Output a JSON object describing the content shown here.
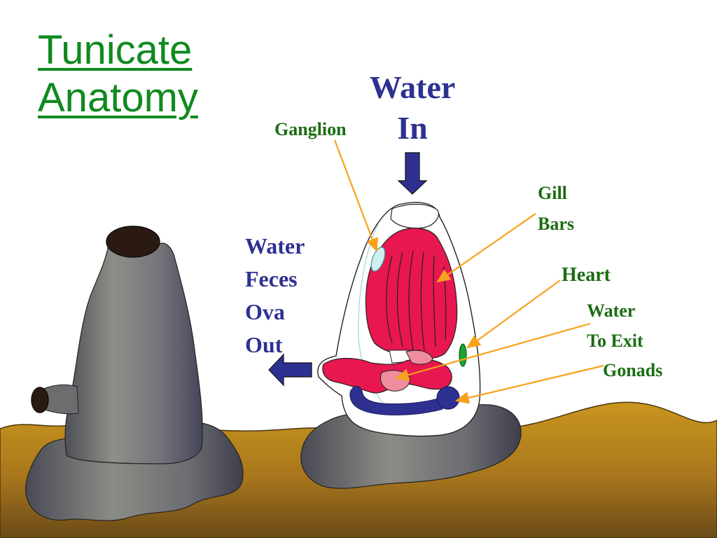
{
  "title": {
    "line1": "Tunicate",
    "line2": "Anatomy"
  },
  "labels": {
    "water_in": {
      "line1": "Water",
      "line2": "In"
    },
    "water_out": {
      "line1": "Water",
      "line2": "Feces",
      "line3": "Ova",
      "line4": "Out"
    },
    "ganglion": "Ganglion",
    "gill_bars": {
      "line1": "Gill",
      "line2": "Bars"
    },
    "heart": "Heart",
    "water_to_exit": {
      "line1": "Water",
      "line2": "To Exit"
    },
    "gonads": "Gonads"
  },
  "colors": {
    "title_green": "#0f8a1f",
    "label_green": "#1b6d12",
    "label_blue": "#2e3192",
    "pointer_orange": "#f7a21b",
    "seabed": "#b8861a",
    "organ_red": "#e8174f"
  }
}
